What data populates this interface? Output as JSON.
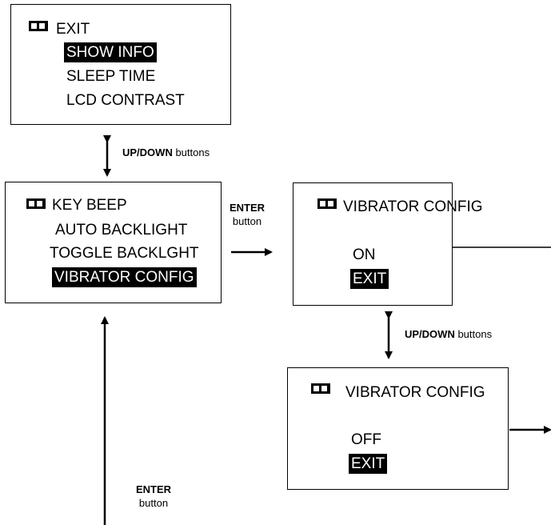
{
  "screens": {
    "main_menu": {
      "items": [
        "EXIT",
        "SHOW INFO",
        "SLEEP TIME",
        "LCD CONTRAST"
      ],
      "selected": "SHOW INFO"
    },
    "settings_menu": {
      "items": [
        "KEY BEEP",
        "AUTO BACKLIGHT",
        "TOGGLE BACKLGHT",
        "VIBRATOR CONFIG"
      ],
      "selected": "VIBRATOR CONFIG"
    },
    "vibrator_on": {
      "title": "VIBRATOR CONFIG",
      "items": [
        "ON",
        "EXIT"
      ],
      "selected": "EXIT"
    },
    "vibrator_off": {
      "title": "VIBRATOR CONFIG",
      "items": [
        "OFF",
        "EXIT"
      ],
      "selected": "EXIT"
    }
  },
  "labels": {
    "updown_1": {
      "bold": "UP/DOWN",
      "rest": " buttons"
    },
    "enter_1": {
      "bold": "ENTER",
      "rest": "button"
    },
    "updown_2": {
      "bold": "UP/DOWN",
      "rest": " buttons"
    },
    "enter_2": {
      "bold": "ENTER",
      "rest": "button"
    }
  },
  "icons": {
    "battery": "battery-icon"
  }
}
